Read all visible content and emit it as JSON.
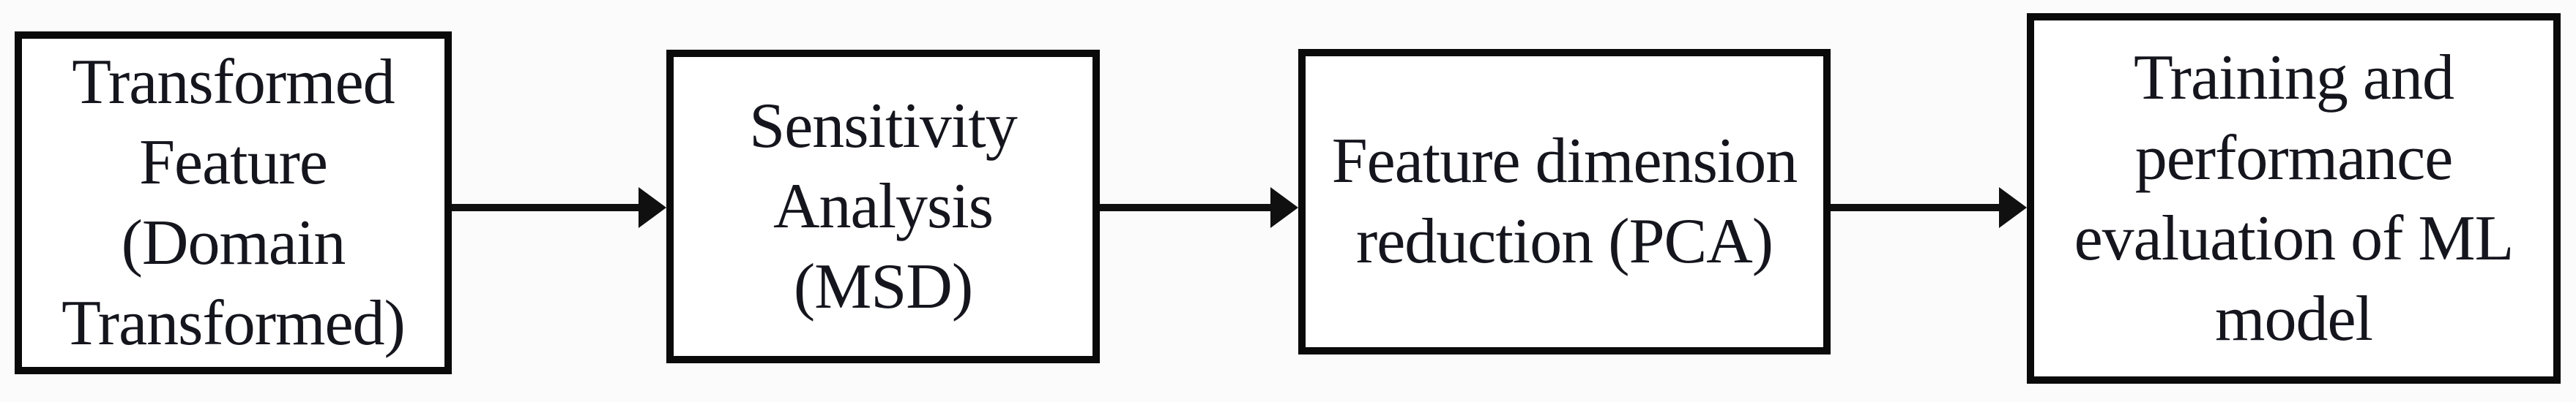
{
  "diagram": {
    "type": "flowchart",
    "direction": "left-to-right",
    "stages": [
      {
        "id": "transformed-feature",
        "label": "Transformed\nFeature\n(Domain\nTransformed)"
      },
      {
        "id": "sensitivity-analysis",
        "label": "Sensitivity\nAnalysis\n(MSD)"
      },
      {
        "id": "feature-dimension-reduction",
        "label": "Feature dimension\nreduction (PCA)"
      },
      {
        "id": "training-evaluation",
        "label": "Training and\nperformance\nevaluation of ML\nmodel"
      }
    ],
    "connectors": [
      {
        "from": "transformed-feature",
        "to": "sensitivity-analysis",
        "style": "solid-arrow"
      },
      {
        "from": "sensitivity-analysis",
        "to": "feature-dimension-reduction",
        "style": "solid-arrow"
      },
      {
        "from": "feature-dimension-reduction",
        "to": "training-evaluation",
        "style": "solid-arrow"
      }
    ],
    "colors": {
      "border": "#0a0a0a",
      "text": "#15151e",
      "background": "#fbfbfb",
      "box_fill": "#ffffff",
      "arrow": "#101010"
    }
  }
}
